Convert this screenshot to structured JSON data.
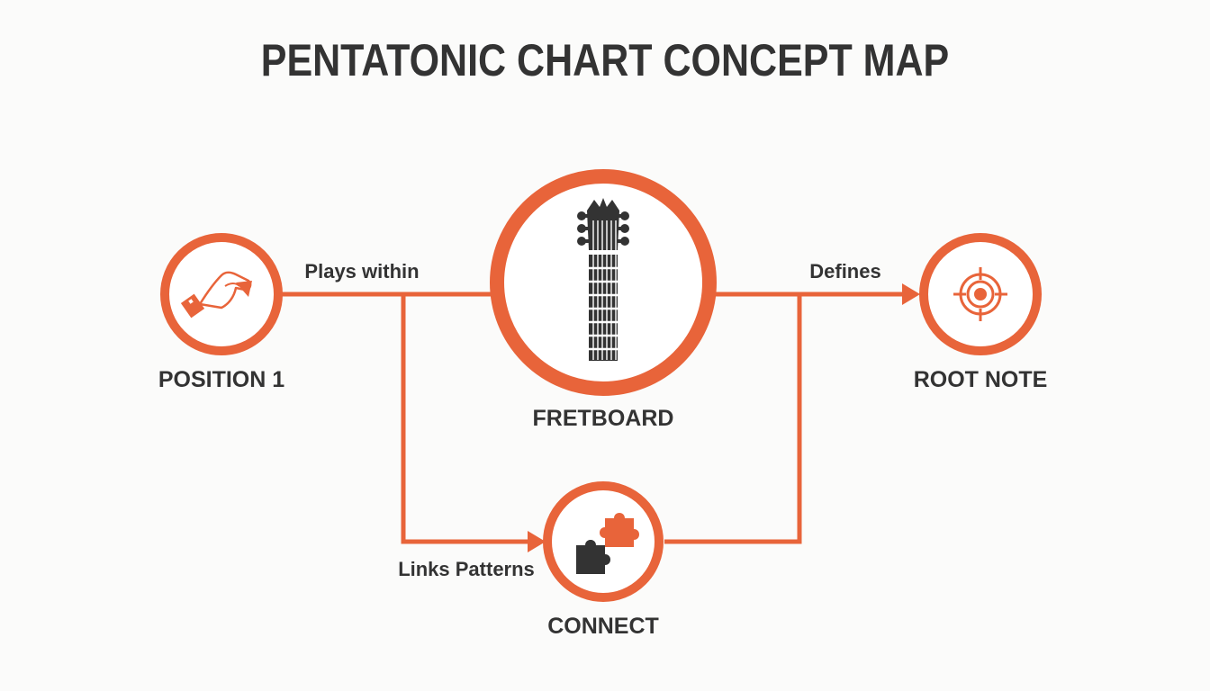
{
  "title": "PENTATONIC CHART CONCEPT MAP",
  "colors": {
    "accent": "#e8643a",
    "dark": "#333333",
    "background": "#fbfbfa"
  },
  "nodes": {
    "position1": {
      "label": "POSITION 1",
      "icon": "hand-pick-icon"
    },
    "fretboard": {
      "label": "FRETBOARD",
      "icon": "guitar-neck-icon"
    },
    "root_note": {
      "label": "ROOT NOTE",
      "icon": "target-icon"
    },
    "connect": {
      "label": "CONNECT",
      "icon": "puzzle-pieces-icon"
    }
  },
  "edges": {
    "plays_within": "Plays within",
    "defines": "Defines",
    "links_patterns": "Links Patterns"
  }
}
